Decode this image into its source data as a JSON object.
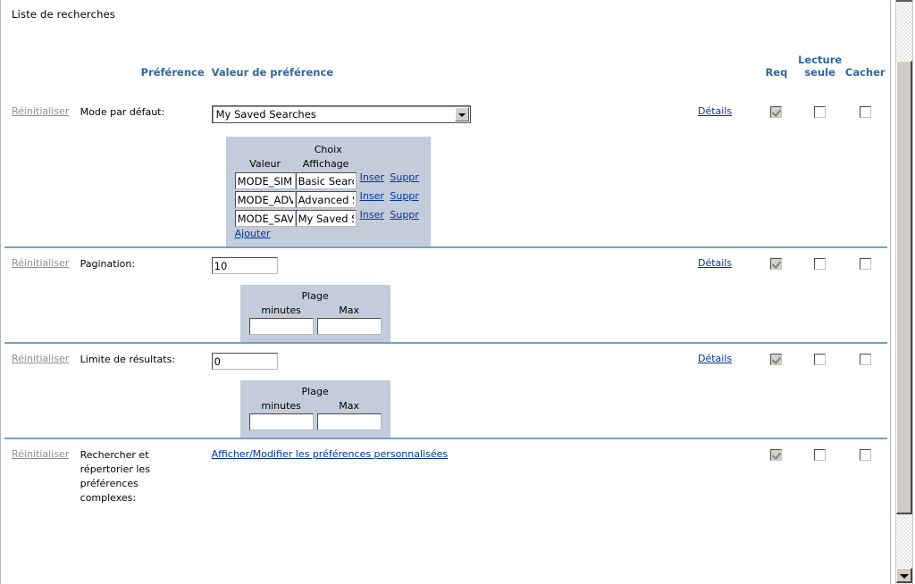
{
  "window": {
    "title": "Liste de recherches"
  },
  "columns": {
    "preference": "Préférence",
    "value": "Valeur de préférence",
    "req": "Req",
    "readonly_line1": "Lecture",
    "readonly_line2": "seule",
    "hide": "Cacher"
  },
  "common": {
    "reset_label": "Réinitialiser",
    "details_label": "Détails",
    "insert_label": "Inser",
    "delete_label": "Suppr",
    "add_label": "Ajouter"
  },
  "rows": [
    {
      "reset": "Réinitialiser",
      "label": "Mode par défaut:",
      "control": "select",
      "selected": "My Saved Searches",
      "options": [
        "Basic Search",
        "Advanced Search",
        "My Saved Searches"
      ],
      "details": "Détails",
      "req_checked": true,
      "readonly_checked": false,
      "hide_checked": false,
      "choices_panel": {
        "title": "Choix",
        "header_value": "Valeur",
        "header_display": "Affichage",
        "items": [
          {
            "value": "MODE_SIMPLE",
            "display": "Basic Search",
            "insert": "Inser",
            "delete": "Suppr"
          },
          {
            "value": "MODE_ADVANCED",
            "display": "Advanced Search",
            "insert": "Inser",
            "delete": "Suppr"
          },
          {
            "value": "MODE_SAVED",
            "display": "My Saved Searches",
            "insert": "Inser",
            "delete": "Suppr"
          }
        ],
        "add": "Ajouter"
      }
    },
    {
      "reset": "Réinitialiser",
      "label": "Pagination:",
      "control": "text",
      "value": "10",
      "details": "Détails",
      "req_checked": true,
      "readonly_checked": false,
      "hide_checked": false,
      "range_panel": {
        "title": "Plage",
        "header_min": "minutes",
        "header_max": "Max",
        "min_value": "",
        "max_value": ""
      }
    },
    {
      "reset": "Réinitialiser",
      "label": "Limite de résultats:",
      "control": "text",
      "value": "0",
      "details": "Détails",
      "req_checked": true,
      "readonly_checked": false,
      "hide_checked": false,
      "range_panel": {
        "title": "Plage",
        "header_min": "minutes",
        "header_max": "Max",
        "min_value": "",
        "max_value": ""
      }
    },
    {
      "reset": "Réinitialiser",
      "label": "Rechercher et répertorier les préférences complexes:",
      "control": "link",
      "link_label": "Afficher/Modifier les préférences personnalisées",
      "details": "",
      "req_checked": true,
      "readonly_checked": false,
      "hide_checked": false
    }
  ],
  "scrollbar": {
    "down_arrow": "scrollbar-down-arrow"
  },
  "colors": {
    "header_blue": "#336699",
    "link_blue": "#00359f",
    "divider": "#7f9db9",
    "panel_bg": "#c3ccdb",
    "disabled_text": "#909090"
  }
}
